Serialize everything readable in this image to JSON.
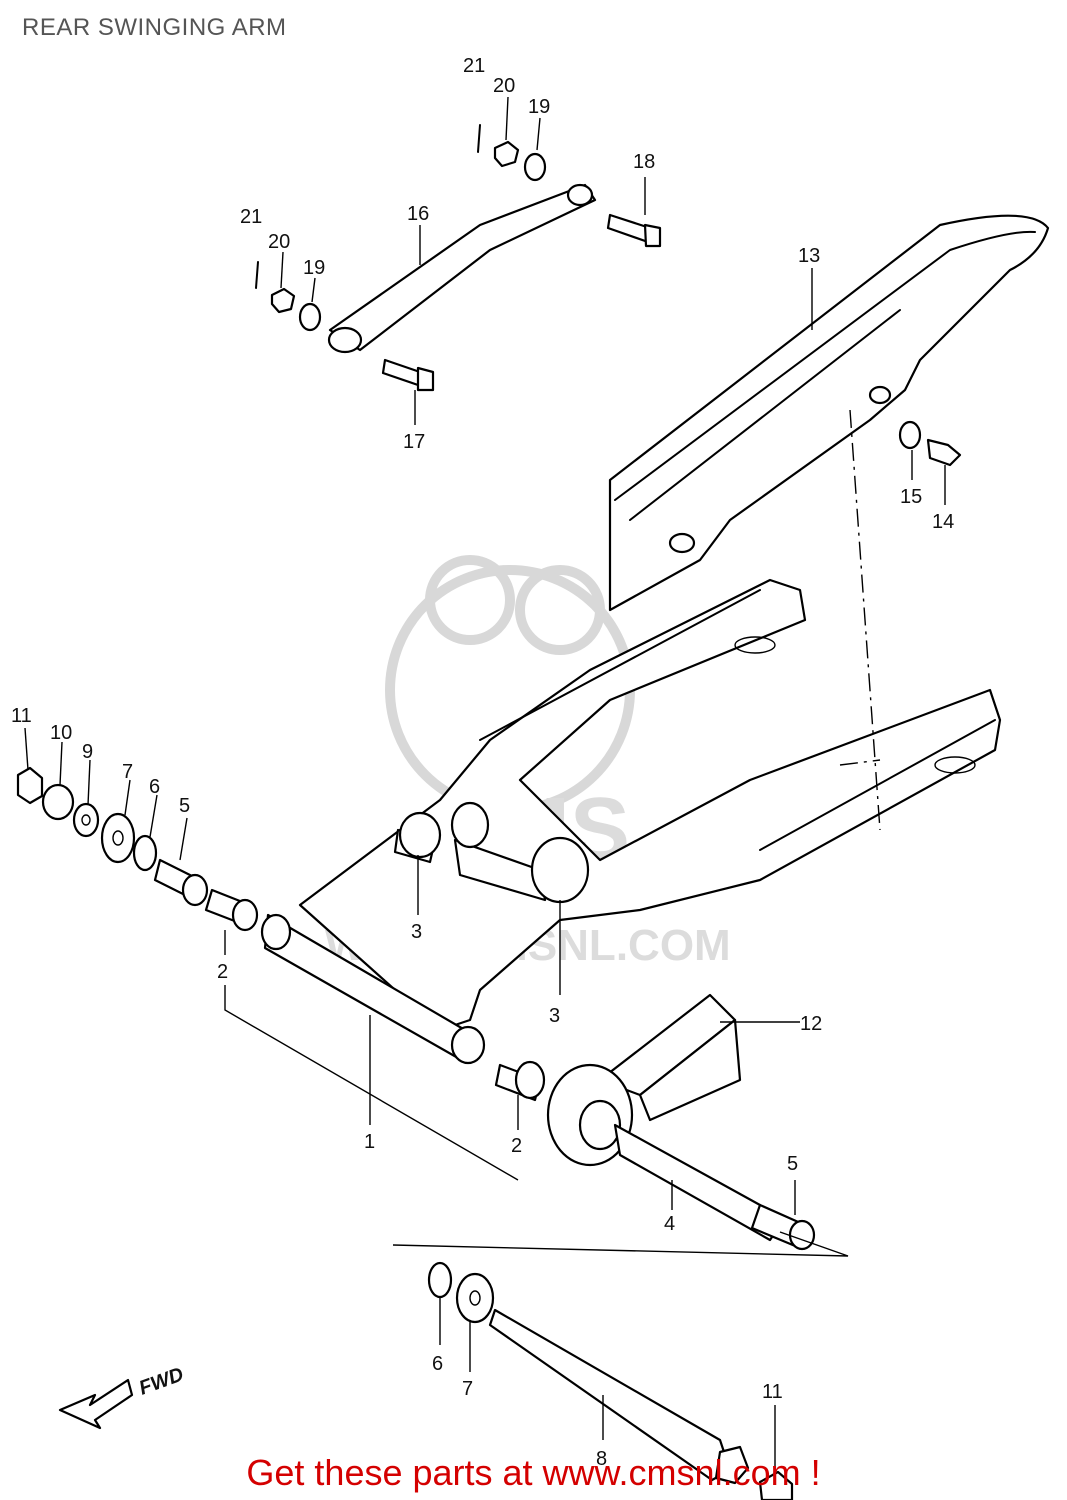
{
  "page": {
    "title": "REAR SWINGING ARM",
    "footer": "Get these parts at www.cmsnl.com !",
    "fwd_label": "FWD",
    "accent_color": "#d40000"
  },
  "watermark": {
    "logo": "CMS",
    "url": "WWW.CMSNL.COM"
  },
  "callouts": [
    {
      "id": "c1",
      "text": "1"
    },
    {
      "id": "c2a",
      "text": "2"
    },
    {
      "id": "c2b",
      "text": "2"
    },
    {
      "id": "c3a",
      "text": "3"
    },
    {
      "id": "c3b",
      "text": "3"
    },
    {
      "id": "c4",
      "text": "4"
    },
    {
      "id": "c5a",
      "text": "5"
    },
    {
      "id": "c5b",
      "text": "5"
    },
    {
      "id": "c6a",
      "text": "6"
    },
    {
      "id": "c6b",
      "text": "6"
    },
    {
      "id": "c7a",
      "text": "7"
    },
    {
      "id": "c7b",
      "text": "7"
    },
    {
      "id": "c8",
      "text": "8"
    },
    {
      "id": "c9",
      "text": "9"
    },
    {
      "id": "c10",
      "text": "10"
    },
    {
      "id": "c11a",
      "text": "11"
    },
    {
      "id": "c11b",
      "text": "11"
    },
    {
      "id": "c12",
      "text": "12"
    },
    {
      "id": "c13",
      "text": "13"
    },
    {
      "id": "c14",
      "text": "14"
    },
    {
      "id": "c15",
      "text": "15"
    },
    {
      "id": "c16",
      "text": "16"
    },
    {
      "id": "c17",
      "text": "17"
    },
    {
      "id": "c18",
      "text": "18"
    },
    {
      "id": "c19a",
      "text": "19"
    },
    {
      "id": "c19b",
      "text": "19"
    },
    {
      "id": "c20a",
      "text": "20"
    },
    {
      "id": "c20b",
      "text": "20"
    },
    {
      "id": "c21a",
      "text": "21"
    },
    {
      "id": "c21b",
      "text": "21"
    }
  ]
}
